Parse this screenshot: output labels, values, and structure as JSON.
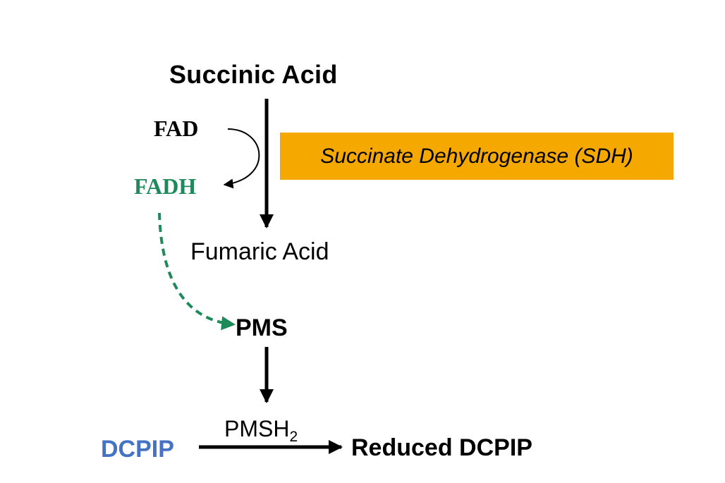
{
  "nodes": {
    "succinic_acid": "Succinic Acid",
    "fad": "FAD",
    "fadh": "FADH",
    "fumaric_acid": "Fumaric Acid",
    "pms": "PMS",
    "pmsh2_base": "PMSH",
    "pmsh2_subscript": "2",
    "dcpip": "DCPIP",
    "reduced_dcpip": "Reduced DCPIP"
  },
  "enzyme": {
    "label": "Succinate Dehydrogenase (SDH)"
  },
  "colors": {
    "enzyme_box": "#F5A800",
    "fadh_text": "#1E8A5A",
    "dcpip_text": "#4472C4",
    "dashed_arrow": "#1E8A5A",
    "arrows": "#000000"
  }
}
